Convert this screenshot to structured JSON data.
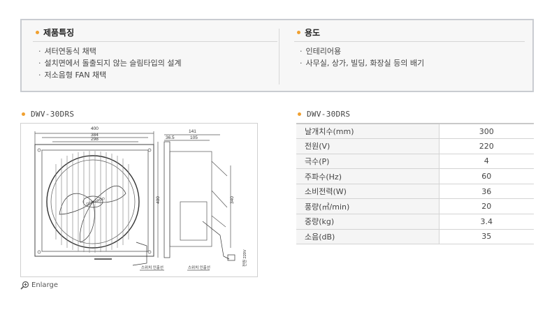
{
  "features": {
    "title": "제품특징",
    "items": [
      "셔터연동식 채택",
      "설치면에서 돌출되지 않는 슬림타입의 설계",
      "저소음형 FAN 채택"
    ]
  },
  "usage": {
    "title": "용도",
    "items": [
      "인테리어용",
      "사무실, 상가, 빌딩, 화장실 등의 배기"
    ]
  },
  "drawing": {
    "title": "DWV-30DRS",
    "dims": {
      "w400": "400",
      "w384": "384",
      "w298": "298",
      "h400": "400",
      "d141": "141",
      "d36_5": "36.5",
      "d105": "105",
      "h340": "340"
    },
    "brand": "DONGWOO",
    "labels": {
      "switch1": "스위치 인출선",
      "switch2": "스위치 인출선",
      "power": "전원 220V"
    },
    "enlarge": "Enlarge"
  },
  "specs": {
    "title": "DWV-30DRS",
    "rows": [
      {
        "label": "날개치수(mm)",
        "value": "300"
      },
      {
        "label": "전원(V)",
        "value": "220"
      },
      {
        "label": "극수(P)",
        "value": "4"
      },
      {
        "label": "주파수(Hz)",
        "value": "60"
      },
      {
        "label": "소비전력(W)",
        "value": "36"
      },
      {
        "label": "풍량(㎥/min)",
        "value": "20"
      },
      {
        "label": "중량(kg)",
        "value": "3.4"
      },
      {
        "label": "소음(dB)",
        "value": "35"
      }
    ]
  },
  "colors": {
    "bullet": "#f0a030",
    "box_border": "#c9ccd1",
    "box_bg": "#f7f7f7"
  }
}
